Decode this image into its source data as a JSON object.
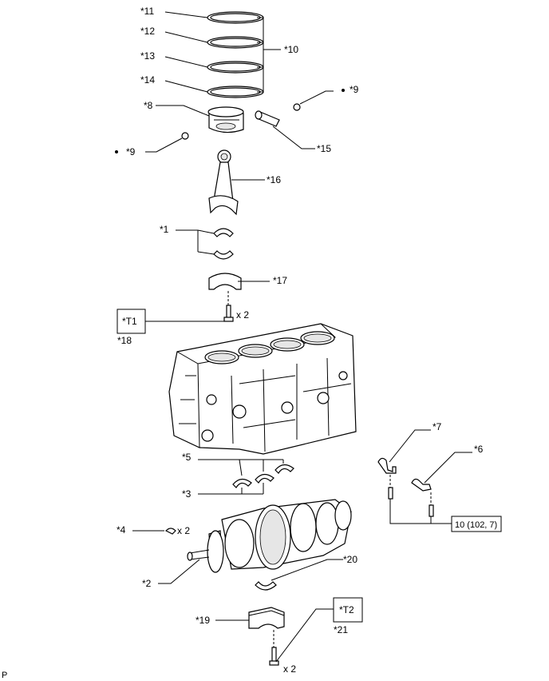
{
  "labels": {
    "p11": "*11",
    "p12": "*12",
    "p13": "*13",
    "p14": "*14",
    "p10": "*10",
    "p8": "*8",
    "p9a": "*9",
    "p9b": "*9",
    "p15": "*15",
    "p16": "*16",
    "p1": "*1",
    "p17": "*17",
    "p18": "*18",
    "pT1": "*T1",
    "x2a": "x 2",
    "p5": "*5",
    "p3": "*3",
    "p7": "*7",
    "p6": "*6",
    "torque": "10 (102, 7)",
    "p4": "*4",
    "x2b": "x 2",
    "p2": "*2",
    "p20": "*20",
    "p19": "*19",
    "pT2": "*T2",
    "p21": "*21",
    "x2c": "x 2",
    "corner": "P"
  },
  "colors": {
    "line": "#000000",
    "background": "#ffffff",
    "shade": "#e6e6e6"
  }
}
